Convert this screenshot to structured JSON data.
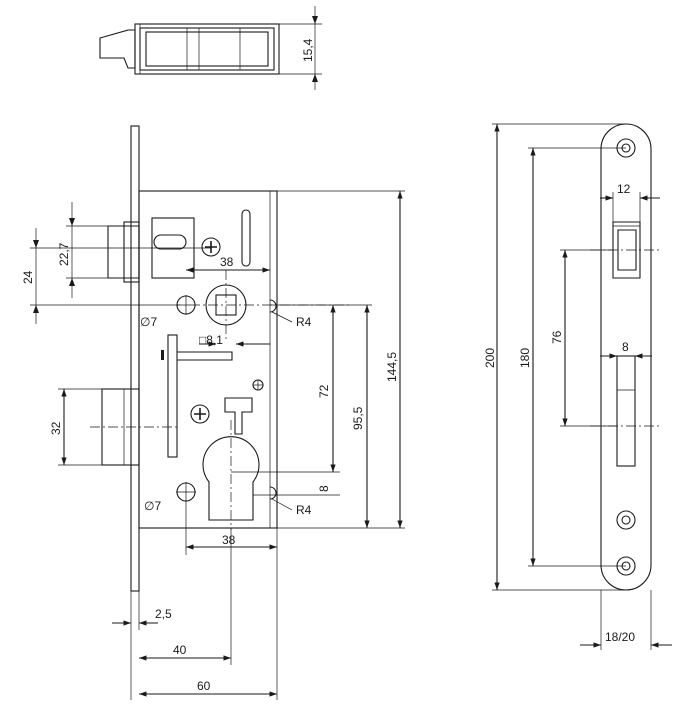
{
  "dimensions": {
    "top_bolt_height": "15,4",
    "latch_height": "22,7",
    "latch_offset": "24",
    "latch_backset": "38",
    "bolt_height": "32",
    "hole_diameter_upper": "∅7",
    "hole_diameter_lower": "∅7",
    "spindle_square": "□8,1",
    "radius_upper": "R4",
    "radius_lower": "R4",
    "distance_72": "72",
    "distance_95": "95,5",
    "height_144": "144,5",
    "cylinder_gap": "8",
    "cylinder_width": "38",
    "faceplate_thickness": "2,5",
    "backset": "40",
    "case_depth": "60",
    "strike_length": "200",
    "strike_hole_distance": "180",
    "strike_latch_to_bolt": "76",
    "strike_latch_width": "12",
    "strike_bolt_width": "8",
    "strike_plate_width": "18/20"
  }
}
